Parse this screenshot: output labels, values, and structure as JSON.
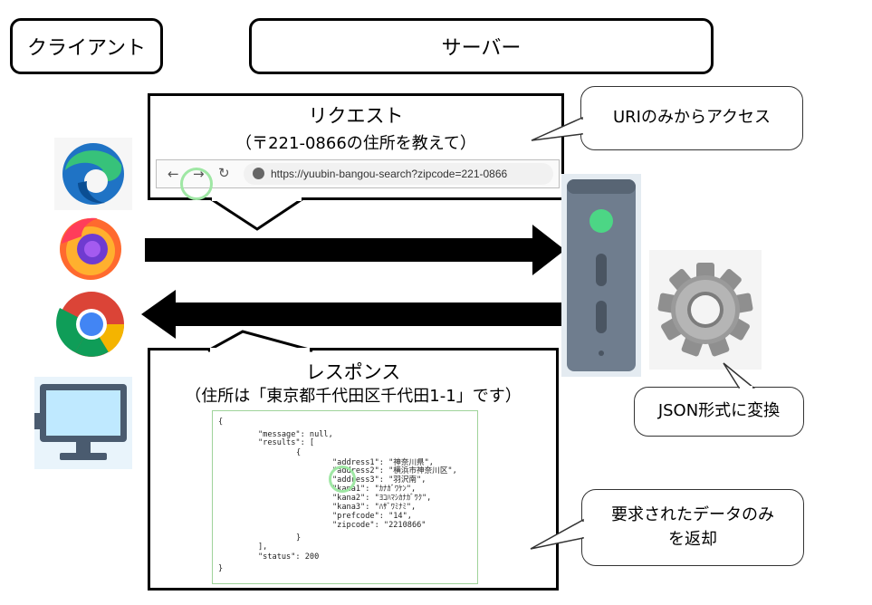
{
  "client_label": "クライアント",
  "server_label": "サーバー",
  "request": {
    "title": "リクエスト",
    "subtitle": "（〒221-0866の住所を教えて）",
    "url": "https://yuubin-bangou-search?zipcode=221-0866"
  },
  "response": {
    "title": "レスポンス",
    "subtitle": "（住所は「東京都千代田区千代田1-1」です）",
    "json_lines": [
      "{",
      "\"message\": null,",
      "\"results\": [",
      "{",
      "\"address1\": \"神奈川県\",",
      "\"address2\": \"横浜市神奈川区\",",
      "\"address3\": \"羽沢南\",",
      "\"kana1\": \"ｶﾅｶﾞﾜｹﾝ\",",
      "\"kana2\": \"ﾖｺﾊﾏｼｶﾅｶﾞﾜｸ\",",
      "\"kana3\": \"ﾊｻﾞﾜﾐﾅﾐ\",",
      "\"prefcode\": \"14\",",
      "\"zipcode\": \"2210866\"",
      "}",
      "],",
      "\"status\": 200",
      "}"
    ]
  },
  "callouts": {
    "uri_only": "URIのみからアクセス",
    "json_convert": "JSON形式に変換",
    "requested_data_line1": "要求されたデータのみ",
    "requested_data_line2": "を返却"
  },
  "icons": {
    "clients": [
      "edge-browser-icon",
      "firefox-browser-icon",
      "chrome-browser-icon",
      "desktop-monitor-icon"
    ],
    "server": "server-tower-icon",
    "process": "gear-icon"
  },
  "colors": {
    "server_body": "#6f7d8e",
    "server_led": "#4cd685",
    "monitor_screen": "#bfe9ff",
    "gear": "#9a9a9a",
    "json_border": "#9fd39a"
  }
}
